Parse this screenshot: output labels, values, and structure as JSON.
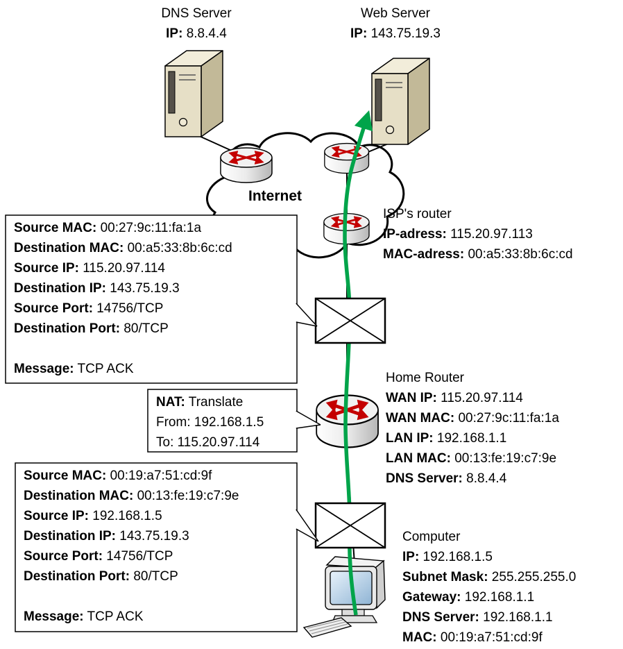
{
  "nodes": {
    "dns_server": {
      "title": "DNS Server",
      "fields": [
        {
          "label": "IP:",
          "value": " 8.8.4.4"
        }
      ]
    },
    "web_server": {
      "title": "Web Server",
      "fields": [
        {
          "label": "IP:",
          "value": " 143.75.19.3"
        }
      ]
    },
    "internet": {
      "label": "Internet"
    },
    "isp_router": {
      "title": "ISP's router",
      "fields": [
        {
          "label": "IP-adress:",
          "value": " 115.20.97.113"
        },
        {
          "label": "MAC-adress:",
          "value": " 00:a5:33:8b:6c:cd"
        }
      ]
    },
    "home_router": {
      "title": "Home Router",
      "fields": [
        {
          "label": "WAN IP:",
          "value": " 115.20.97.114"
        },
        {
          "label": "WAN MAC:",
          "value": " 00:27:9c:11:fa:1a"
        },
        {
          "label": "LAN IP:",
          "value": " 192.168.1.1"
        },
        {
          "label": "LAN MAC:",
          "value": " 00:13:fe:19:c7:9e"
        },
        {
          "label": "DNS Server:",
          "value": " 8.8.4.4"
        }
      ]
    },
    "computer": {
      "title": "Computer",
      "fields": [
        {
          "label": "IP:",
          "value": " 192.168.1.5"
        },
        {
          "label": "Subnet Mask:",
          "value": " 255.255.255.0"
        },
        {
          "label": "Gateway:",
          "value": " 192.168.1.1"
        },
        {
          "label": "DNS Server:",
          "value": " 192.168.1.1"
        },
        {
          "label": "MAC:",
          "value": " 00:19:a7:51:cd:9f"
        }
      ]
    }
  },
  "callouts": {
    "packet_wan": {
      "fields": [
        {
          "label": "Source MAC:",
          "value": " 00:27:9c:11:fa:1a"
        },
        {
          "label": "Destination MAC:",
          "value": " 00:a5:33:8b:6c:cd"
        },
        {
          "label": "Source IP:",
          "value": " 115.20.97.114"
        },
        {
          "label": "Destination IP:",
          "value": " 143.75.19.3"
        },
        {
          "label": "Source Port:",
          "value": " 14756/TCP"
        },
        {
          "label": "Destination Port:",
          "value": " 80/TCP"
        }
      ],
      "message": {
        "label": "Message:",
        "value": " TCP ACK"
      }
    },
    "nat": {
      "line1": {
        "label": "NAT:",
        "value": " Translate"
      },
      "line2": "From: 192.168.1.5",
      "line3": "To: 115.20.97.114"
    },
    "packet_lan": {
      "fields": [
        {
          "label": "Source MAC:",
          "value": " 00:19:a7:51:cd:9f"
        },
        {
          "label": "Destination MAC:",
          "value": " 00:13:fe:19:c7:9e"
        },
        {
          "label": "Source IP:",
          "value": " 192.168.1.5"
        },
        {
          "label": "Destination IP:",
          "value": " 143.75.19.3"
        },
        {
          "label": "Source Port:",
          "value": " 14756/TCP"
        },
        {
          "label": "Destination Port:",
          "value": " 80/TCP"
        }
      ],
      "message": {
        "label": "Message:",
        "value": " TCP ACK"
      }
    }
  },
  "colors": {
    "flow_arrow_green": "#00A44A",
    "router_arrow_red": "#C40000",
    "server_beige": "#E6DFC6",
    "outline": "#000000"
  },
  "icons": {
    "server": "server-icon",
    "router": "router-icon",
    "cloud": "internet-cloud-icon",
    "envelope": "packet-envelope-icon",
    "computer": "computer-icon",
    "keyboard": "keyboard-icon",
    "arrow": "flow-arrow"
  }
}
